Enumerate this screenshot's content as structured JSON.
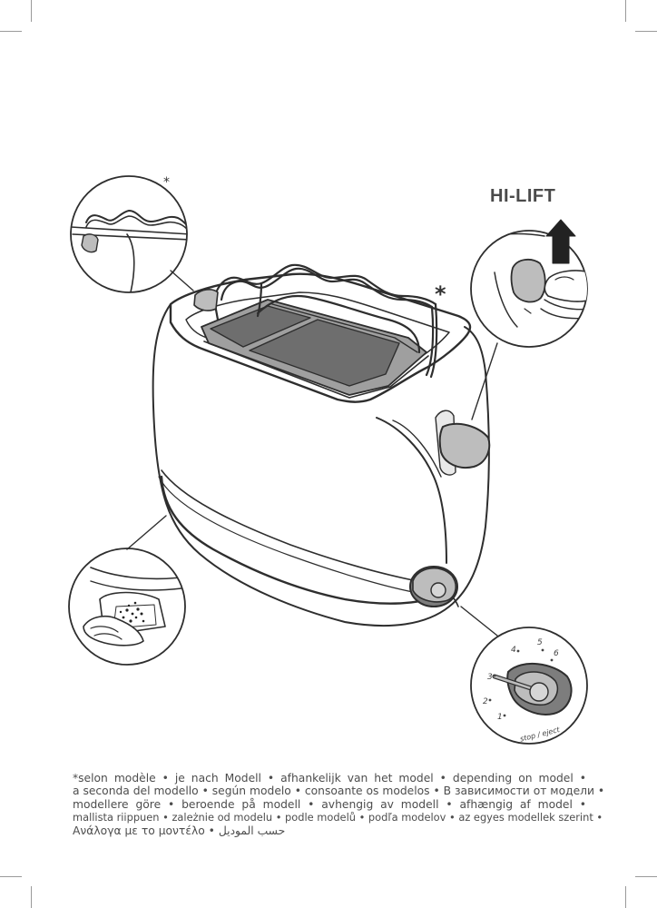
{
  "labels": {
    "hi_lift": "HI-LIFT",
    "asterisk_inset": "*",
    "asterisk_main": "*"
  },
  "dial": {
    "marks": [
      "1",
      "2",
      "3",
      "4",
      "5",
      "6"
    ],
    "stop_label": "stop / eject"
  },
  "footnote": {
    "lines": [
      "*selon modèle • je nach Modell • afhankelijk van het model • depending on model •",
      "a seconda del modello • según modelo • consoante os modelos • В зависимости от модели •",
      "modellere göre • beroende på modell • avhengig av modell • afhængig af model •",
      "mallista riippuen • zależnie od modelu • podle modelů • podľa modelov • az egyes modellek szerint •",
      "Ανάλογα με το μοντέλο • حسب الموديل"
    ]
  },
  "colors": {
    "line": "#2e2e2e",
    "fill_grey": "#bdbdbd",
    "fill_dark": "#7d7d7d",
    "text": "#4d4d4d"
  }
}
